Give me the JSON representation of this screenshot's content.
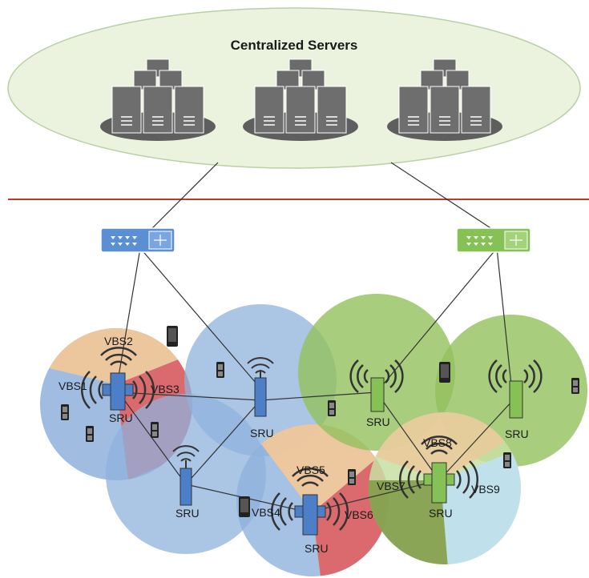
{
  "title": "Centralized Servers",
  "colors": {
    "cloud_fill": "#ebf3df",
    "cloud_stroke": "#b9cfa4",
    "divider": "#c0392b",
    "blue_cell": "#8fb1dc",
    "green_cell": "#92c05c",
    "orange_sector": "#f0c79a",
    "red_sector": "#e06060",
    "lightblue_sector": "#bfe0ee",
    "switch_blue": "#5b8fd4",
    "switch_green": "#86c155",
    "server": "#6e6e6e",
    "line": "#333333"
  },
  "icons": [
    "server-rack-icon",
    "network-switch-icon",
    "radio-unit-icon",
    "phone-icon"
  ],
  "labels": {
    "vbs1": "VBS1",
    "vbs2": "VBS2",
    "vbs3": "VBS3",
    "vbs4": "VBS4",
    "vbs5": "VBS5",
    "vbs6": "VBS6",
    "vbs7": "VBS7",
    "vbs8": "VBS8",
    "vbs9": "VBS9",
    "sru": "SRU"
  }
}
